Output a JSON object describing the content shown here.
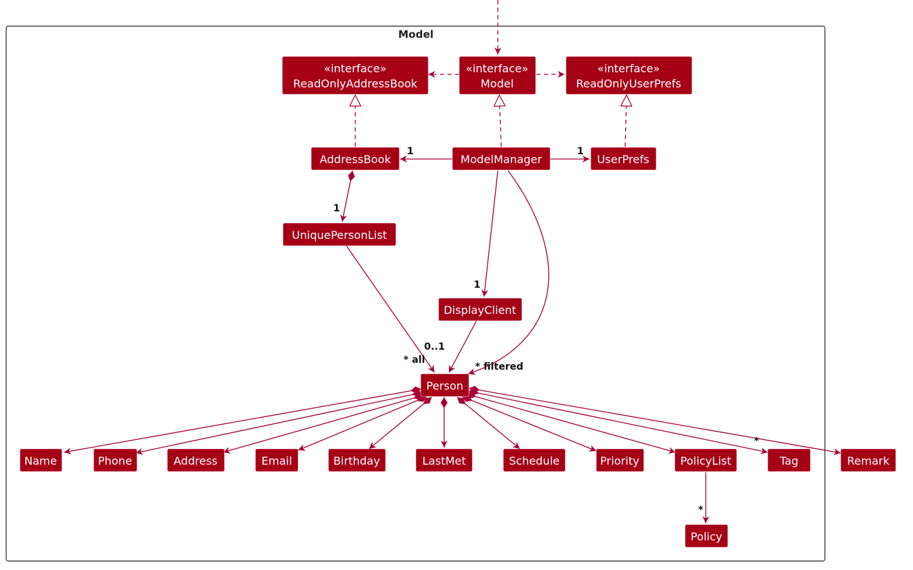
{
  "package": {
    "title": "Model"
  },
  "interfaces": {
    "read_only_address_book": {
      "stereotype": "«interface»",
      "name": "ReadOnlyAddressBook"
    },
    "model": {
      "stereotype": "«interface»",
      "name": "Model"
    },
    "read_only_user_prefs": {
      "stereotype": "«interface»",
      "name": "ReadOnlyUserPrefs"
    }
  },
  "classes": {
    "address_book": "AddressBook",
    "model_manager": "ModelManager",
    "user_prefs": "UserPrefs",
    "unique_person_list": "UniquePersonList",
    "display_client": "DisplayClient",
    "person": "Person",
    "name": "Name",
    "phone": "Phone",
    "address": "Address",
    "email": "Email",
    "birthday": "Birthday",
    "last_met": "LastMet",
    "schedule": "Schedule",
    "priority": "Priority",
    "policy_list": "PolicyList",
    "tag": "Tag",
    "remark": "Remark",
    "policy": "Policy"
  },
  "multiplicities": {
    "address_book": "1",
    "user_prefs": "1",
    "unique_person_list": "1",
    "display_client": "1",
    "display_client_person": "0..1",
    "all": "* all",
    "filtered": "* filtered",
    "tag": "*",
    "policy": "*"
  },
  "colors": {
    "class_fill": "#a50015",
    "line": "#a80036",
    "text_on_class": "#ffffff"
  }
}
